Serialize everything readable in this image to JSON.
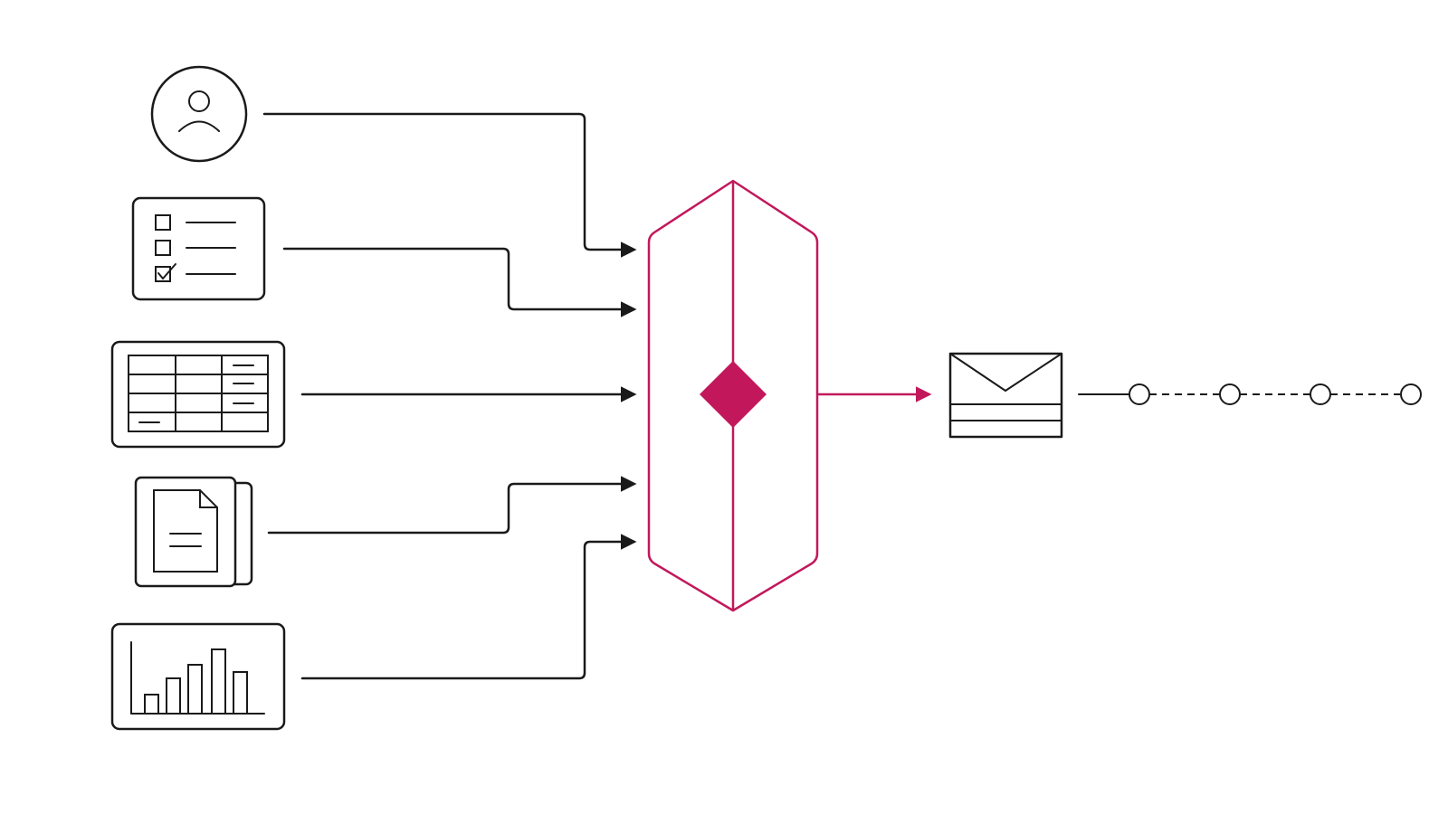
{
  "colors": {
    "ink": "#1a1a1a",
    "accent": "#c2185b",
    "background": "#ffffff"
  },
  "sources": [
    {
      "id": "user",
      "icon": "user-circle-icon"
    },
    {
      "id": "checklist",
      "icon": "checklist-icon"
    },
    {
      "id": "table",
      "icon": "table-grid-icon"
    },
    {
      "id": "document",
      "icon": "document-stack-icon"
    },
    {
      "id": "chart",
      "icon": "bar-chart-icon"
    }
  ],
  "hub": {
    "icon": "hexagon-hub-icon",
    "center_icon": "diamond-icon"
  },
  "output": {
    "icon": "envelope-icon"
  },
  "pipeline": {
    "node_count": 4
  }
}
